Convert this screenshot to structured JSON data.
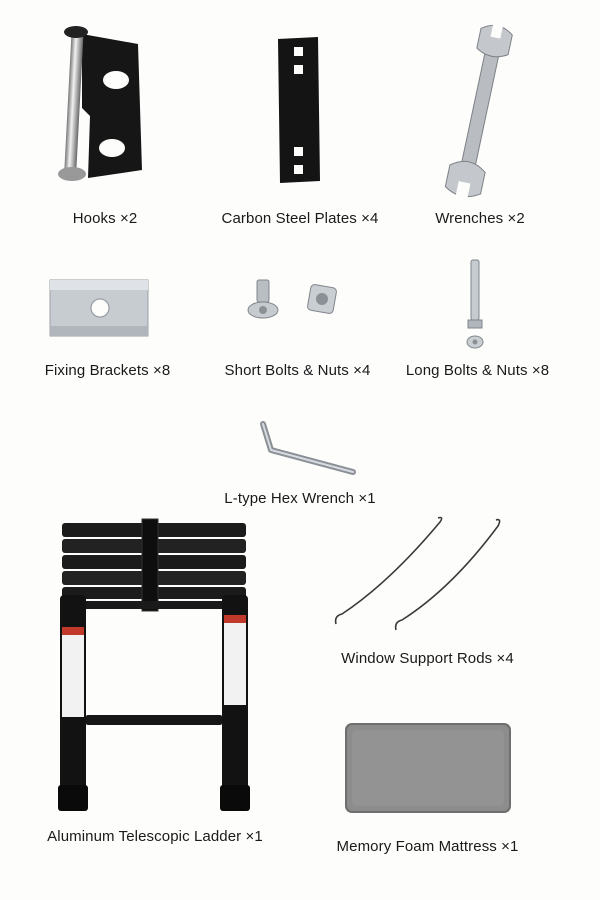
{
  "items": [
    {
      "label": "Hooks ×2",
      "icon": "hook-icon"
    },
    {
      "label": "Carbon Steel Plates ×4",
      "icon": "steel-plate-icon"
    },
    {
      "label": "Wrenches ×2",
      "icon": "wrench-icon"
    },
    {
      "label": "Fixing Brackets ×8",
      "icon": "fixing-bracket-icon"
    },
    {
      "label": "Short Bolts & Nuts ×4",
      "icon": "short-bolt-nut-icon"
    },
    {
      "label": "Long Bolts & Nuts ×8",
      "icon": "long-bolt-nut-icon"
    },
    {
      "label": "L-type Hex Wrench ×1",
      "icon": "hex-wrench-icon"
    },
    {
      "label": "Window Support Rods ×4",
      "icon": "support-rod-icon"
    },
    {
      "label": "Aluminum Telescopic Ladder ×1",
      "icon": "ladder-icon"
    },
    {
      "label": "Memory Foam Mattress ×1",
      "icon": "mattress-icon"
    }
  ],
  "colors": {
    "background": "#fdfdfc",
    "metal": "#c8ccd0",
    "black": "#151515",
    "foam": "#8a8a8a"
  }
}
